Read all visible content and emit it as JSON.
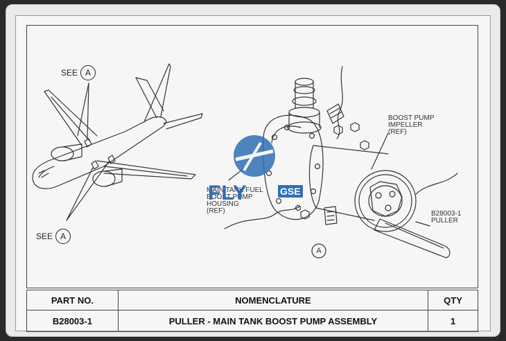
{
  "drawing": {
    "see_upper": {
      "text": "SEE",
      "letter": "A"
    },
    "see_lower": {
      "text": "SEE",
      "letter": "A"
    },
    "detail_letter": "A",
    "callouts": {
      "impeller": "BOOST PUMP\nIMPELLER\n(REF)",
      "housing": "MAIN TANK FUEL\nBOOST PUMP\nHOUSING\n(REF)",
      "puller": "B28003-1\nPULLER"
    }
  },
  "watermark": {
    "brand": "FLY",
    "suffix": "GSE",
    "color": "#2f6fb5"
  },
  "title_block": {
    "headers": {
      "part": "PART NO.",
      "nomenclature": "NOMENCLATURE",
      "qty": "QTY"
    },
    "row": {
      "part": "B28003-1",
      "nomenclature": "PULLER - MAIN TANK BOOST PUMP ASSEMBLY",
      "qty": "1"
    }
  }
}
